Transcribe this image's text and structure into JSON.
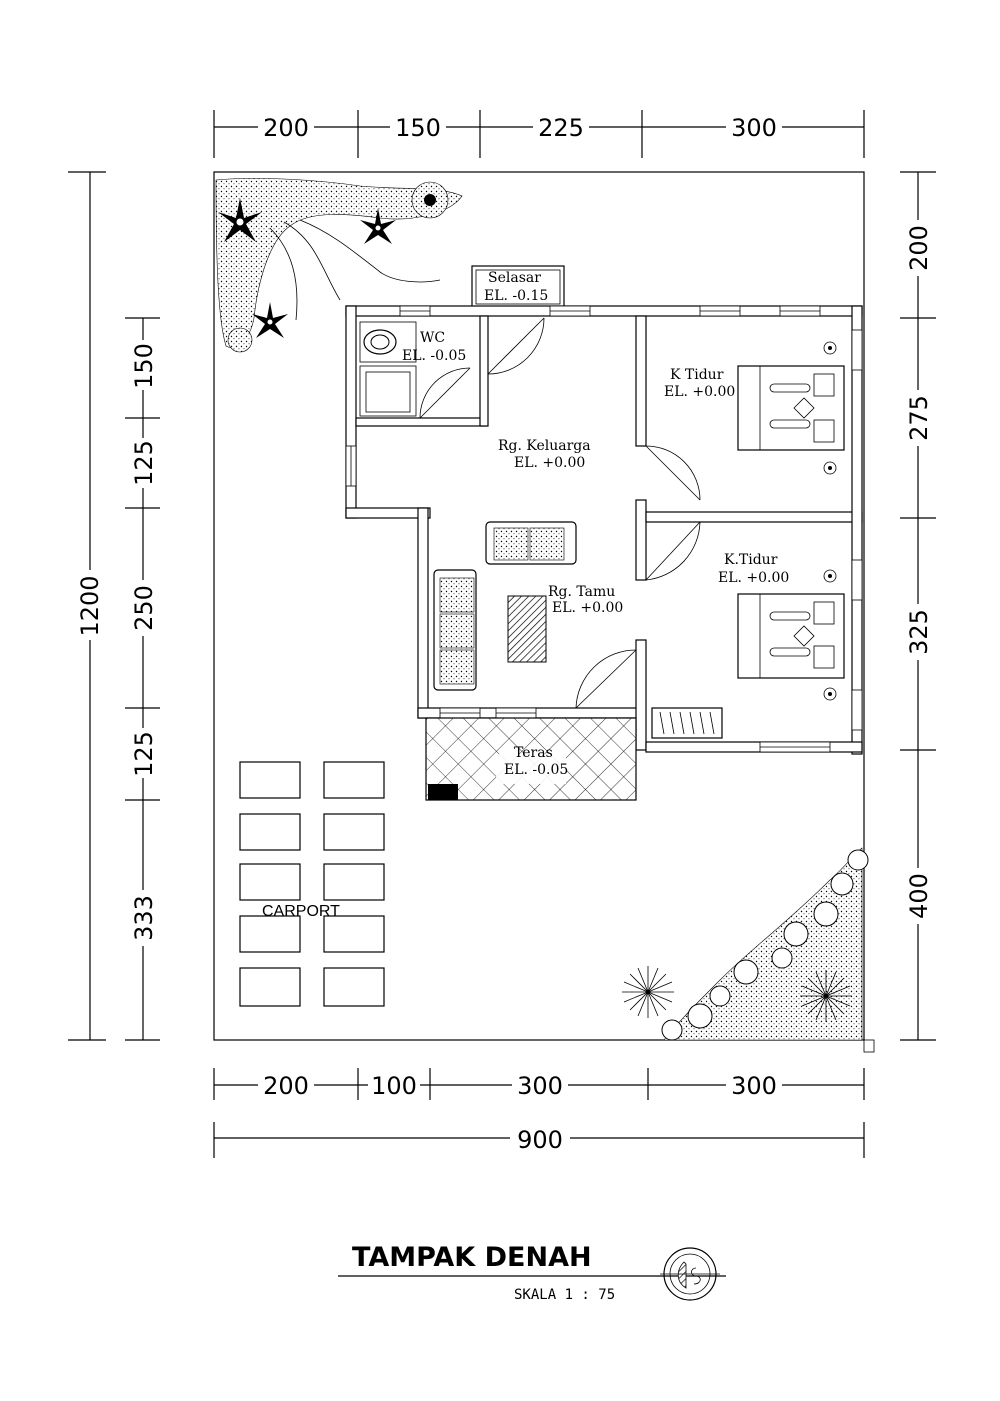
{
  "dimensions": {
    "top": [
      "200",
      "150",
      "225",
      "300"
    ],
    "bottom": [
      "200",
      "100",
      "300",
      "300"
    ],
    "total_width": "900",
    "left_total": "1200",
    "left": [
      "150",
      "125",
      "250",
      "125",
      "333"
    ],
    "right": [
      "200",
      "275",
      "325",
      "400"
    ]
  },
  "rooms": {
    "selasar": {
      "name": "Selasar",
      "el": "EL. -0.15"
    },
    "wc": {
      "name": "WC",
      "el": "EL. -0.05"
    },
    "keluarga": {
      "name": "Rg. Keluarga",
      "el": "EL. +0.00"
    },
    "tidur1": {
      "name": "K Tidur",
      "el": "EL. +0.00"
    },
    "tidur2": {
      "name": "K.Tidur",
      "el": "EL. +0.00"
    },
    "tamu": {
      "name": "Rg. Tamu",
      "el": "EL. +0.00"
    },
    "teras": {
      "name": "Teras",
      "el": "EL. -0.05"
    },
    "carport": {
      "name": "CARPORT"
    }
  },
  "title": {
    "main": "TAMPAK DENAH",
    "scale": "SKALA  1  :  75"
  }
}
